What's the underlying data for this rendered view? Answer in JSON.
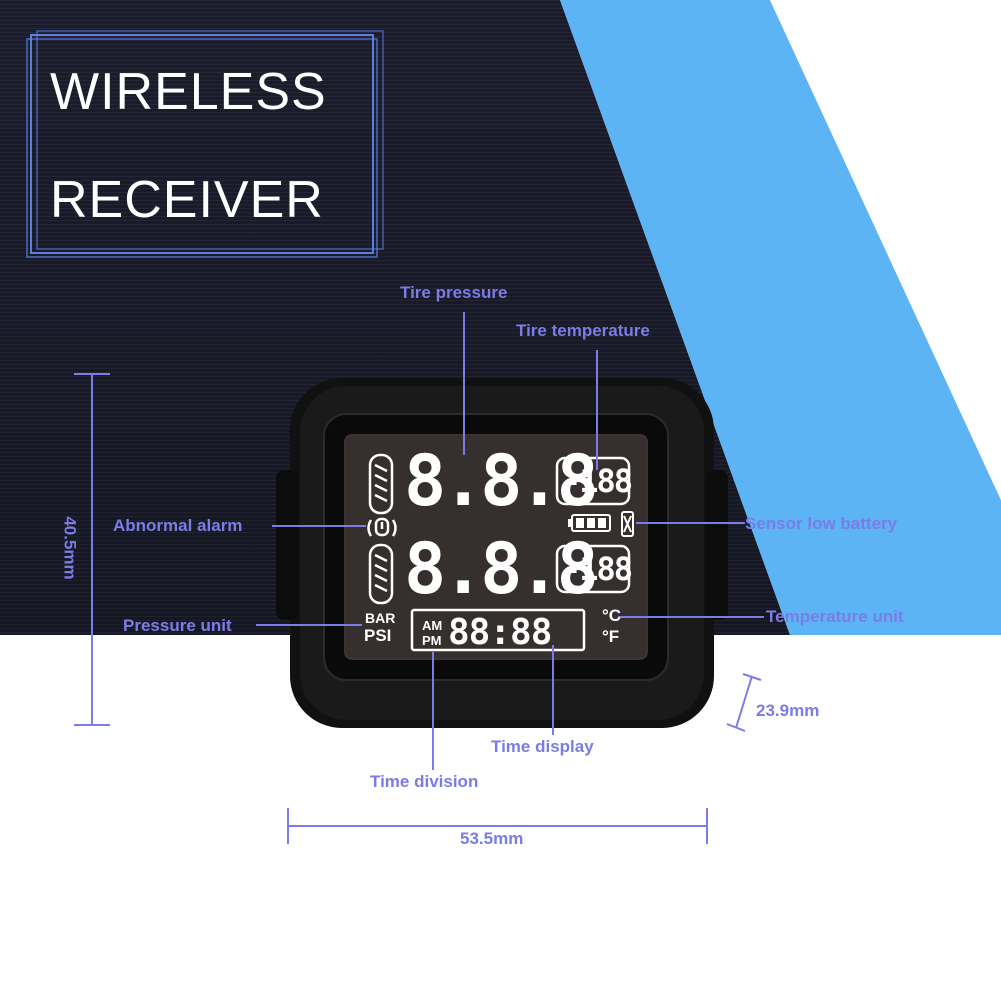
{
  "title": {
    "line1": "WIRELESS",
    "line2": "RECEIVER"
  },
  "callouts": {
    "tire_pressure": "Tire pressure",
    "tire_temperature": "Tire temperature",
    "abnormal_alarm": "Abnormal alarm",
    "sensor_low_battery": "Sensor low battery",
    "pressure_unit": "Pressure unit",
    "temperature_unit": "Temperature unit",
    "time_display": "Time display",
    "time_division": "Time division"
  },
  "dimensions": {
    "height": "40.5mm",
    "width": "53.5mm",
    "depth": "23.9mm"
  },
  "lcd": {
    "pressure_digits_top": "8.8.8",
    "pressure_digits_bottom": "8.8.8",
    "temp_digits_top": "-188",
    "temp_digits_bottom": "-188",
    "unit_bar": "BAR",
    "unit_psi": "PSI",
    "am": "AM",
    "pm": "PM",
    "clock": "88:88",
    "celsius": "°C",
    "fahrenheit": "°F"
  },
  "colors": {
    "accent": "#7b7ce6",
    "blue_panel": "#5db4f5",
    "dark_bg": "#1b1d2c"
  }
}
